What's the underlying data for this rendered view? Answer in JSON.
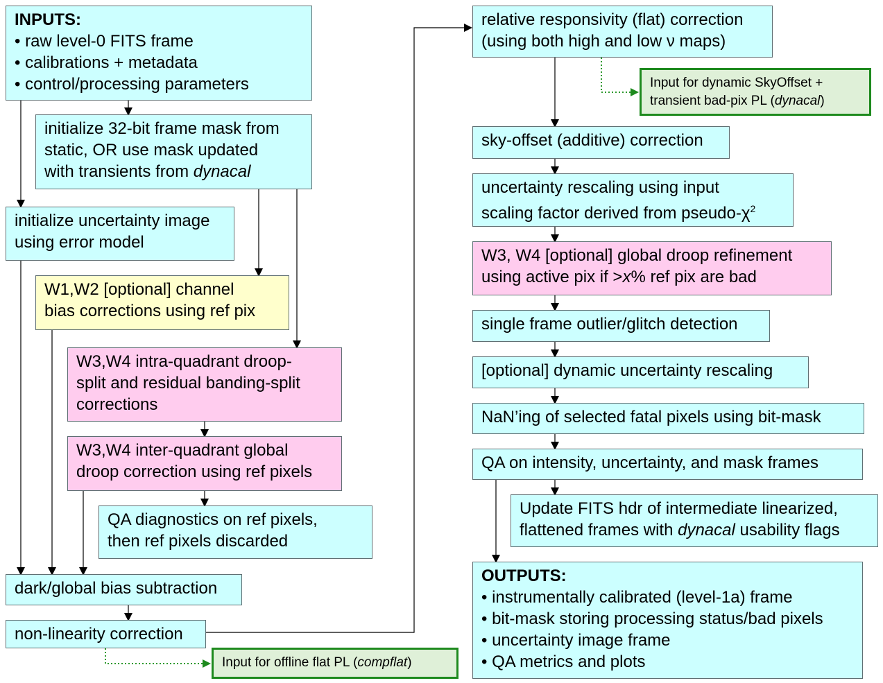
{
  "left": {
    "inputs": {
      "title": "INPUTS:",
      "items": [
        "• raw level-0 FITS frame",
        "• calibrations + metadata",
        "• control/processing parameters"
      ]
    },
    "init_mask": {
      "line1": "initialize 32-bit frame mask from",
      "line2": "static, OR use mask updated",
      "line3_pre": "with transients from ",
      "line3_em": "dynacal"
    },
    "init_unc": [
      "initialize uncertainty image",
      "using error model"
    ],
    "bias_ref": [
      "W1,W2 [optional] channel",
      "bias corrections using ref pix"
    ],
    "droop_split": [
      "W3,W4 intra-quadrant droop-",
      "split and residual banding-split",
      "corrections"
    ],
    "inter_quad": [
      "W3,W4 inter-quadrant global",
      "droop correction using ref pixels"
    ],
    "qa_ref": [
      "QA diagnostics on ref pixels,",
      "then ref pixels discarded"
    ],
    "dark_bias": "dark/global bias subtraction",
    "nonlin": "non-linearity correction",
    "offline_flat": {
      "pre": "Input for offline flat PL (",
      "em": "compflat",
      "post": ")"
    }
  },
  "right": {
    "flat": {
      "line1": "relative responsivity (flat) correction",
      "line2_pre": "(using both high and low ",
      "nu": "ν",
      "line2_post": " maps)"
    },
    "dyn_sky": {
      "line1": "Input for dynamic SkyOffset +",
      "line2_pre": "transient bad-pix PL (",
      "line2_em": "dynacal",
      "line2_post": ")"
    },
    "sky": "sky-offset (additive) correction",
    "unc_rescale": {
      "line1": "uncertainty rescaling using input",
      "line2_pre": "scaling factor derived from pseudo-",
      "chi": "χ",
      "sup": "2"
    },
    "global_droop": {
      "line1": "W3, W4 [optional] global droop refinement",
      "line2_pre": "using active pix if >",
      "line2_em": "x",
      "line2_post": "% ref pix are bad"
    },
    "outlier": "single frame outlier/glitch detection",
    "dyn_unc": "[optional] dynamic uncertainty rescaling",
    "nan": "NaN’ing of selected fatal pixels using bit-mask",
    "qa_frames": "QA on intensity, uncertainty, and mask frames",
    "update_hdr": {
      "line1": "Update FITS hdr of intermediate linearized,",
      "line2_pre": "flattened frames with ",
      "line2_em": "dynacal",
      "line2_post": " usability flags"
    },
    "outputs": {
      "title": "OUTPUTS:",
      "items": [
        "• instrumentally calibrated (level-1a) frame",
        "• bit-mask storing processing status/bad pixels",
        "• uncertainty image frame",
        "• QA metrics and plots"
      ]
    }
  },
  "colors": {
    "cyan": "#ccffff",
    "yellow": "#ffffcc",
    "pink": "#ffccee",
    "green_border": "#1e8a1e",
    "green_fill": "#dff0d8",
    "dotted_arrow": "#2e9a2e"
  }
}
